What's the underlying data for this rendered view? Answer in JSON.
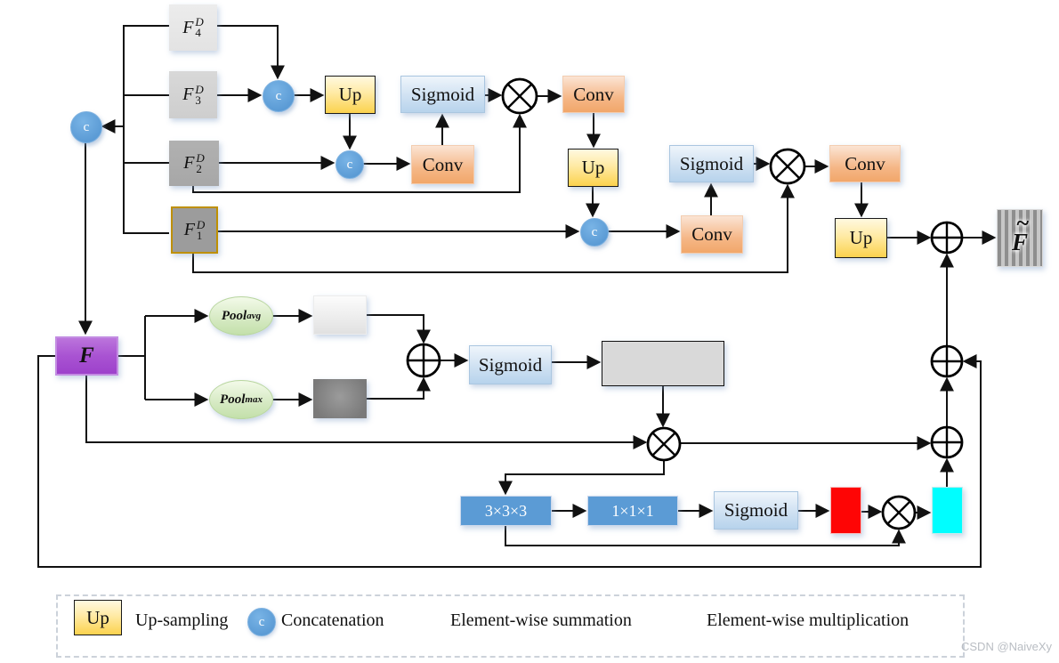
{
  "watermark": "CSDN @NaiveXy",
  "palette": {
    "concat_circle_blue": "#5B9BD5",
    "conv_block_blue": "#5B9BD5",
    "fused_purple": "#A953D2",
    "up_yellow": "#FBD24E",
    "conv_orange": "#F2AC72",
    "sigmoid_blue": "#BDD7EE",
    "pool_green": "#C9E3B3",
    "attention_stripe_colors": [
      "#ED7D31",
      "#FFC000",
      "#4472C4",
      "#FFFF00"
    ],
    "red_block": "#FF0000",
    "cyan_block": "#00FFFF",
    "f1_border_gold": "#BF9000"
  },
  "symbols": {
    "concat": "c"
  },
  "features": {
    "f4": {
      "base": "F",
      "sup": "D",
      "sub": "4"
    },
    "f3": {
      "base": "F",
      "sup": "D",
      "sub": "3"
    },
    "f2": {
      "base": "F",
      "sup": "D",
      "sub": "2"
    },
    "f1": {
      "base": "F",
      "sup": "D",
      "sub": "1"
    }
  },
  "blocks": {
    "up": "Up",
    "conv": "Conv",
    "sigmoid": "Sigmoid",
    "conv333": "3×3×3",
    "conv111": "1×1×1"
  },
  "fusion": {
    "input": "F",
    "output_base": "F",
    "output_tilde": "~"
  },
  "pools": {
    "avg": {
      "base": "Pool",
      "sub": "avg"
    },
    "max": {
      "base": "Pool",
      "sub": "max"
    }
  },
  "legend": {
    "up_symbol": "Up",
    "up_label": "Up-sampling",
    "concat_symbol": "c",
    "concat_label": "Concatenation",
    "sum_label": "Element-wise summation",
    "mul_label": "Element-wise multiplication"
  }
}
